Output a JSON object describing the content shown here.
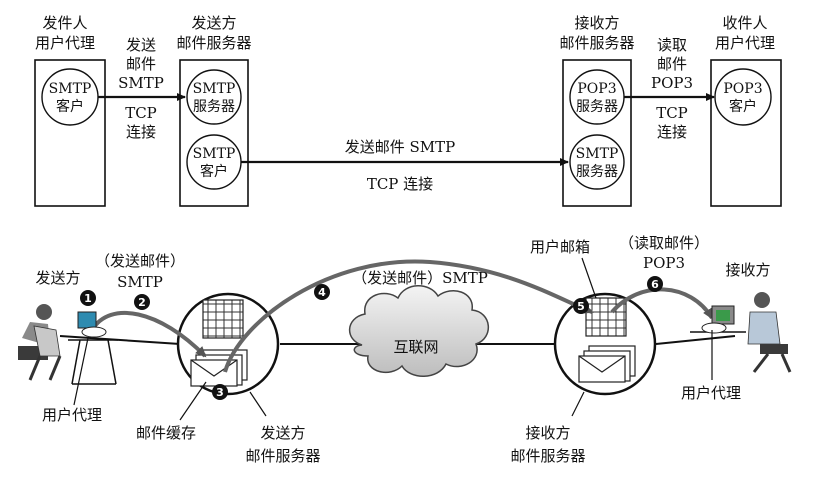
{
  "top": {
    "sender_ua_title_1": "发件人",
    "sender_ua_title_2": "用户代理",
    "sender_server_title_1": "发送方",
    "sender_server_title_2": "邮件服务器",
    "receiver_server_title_1": "接收方",
    "receiver_server_title_2": "邮件服务器",
    "receiver_ua_title_1": "收件人",
    "receiver_ua_title_2": "用户代理",
    "smtp_client_1": "SMTP",
    "smtp_client_2": "客户",
    "smtp_server_1": "SMTP",
    "smtp_server_2": "服务器",
    "smtp_client_b_1": "SMTP",
    "smtp_client_b_2": "客户",
    "pop3_server_1": "POP3",
    "pop3_server_2": "服务器",
    "smtp_server_b_1": "SMTP",
    "smtp_server_b_2": "服务器",
    "pop3_client_1": "POP3",
    "pop3_client_2": "客户",
    "send_label_1": "发送",
    "send_label_2": "邮件",
    "send_label_3": "SMTP",
    "send_tcp_1": "TCP",
    "send_tcp_2": "连接",
    "read_label_1": "读取",
    "read_label_2": "邮件",
    "read_label_3": "POP3",
    "read_tcp_1": "TCP",
    "read_tcp_2": "连接",
    "relay_label": "发送邮件 SMTP",
    "relay_tcp": "TCP 连接"
  },
  "bottom": {
    "sender": "发送方",
    "receiver": "接收方",
    "send_paren": "（发送邮件）",
    "send_smtp": "SMTP",
    "relay": "（发送邮件）SMTP",
    "mailbox": "用户邮箱",
    "read_paren": "（读取邮件）",
    "read_pop3": "POP3",
    "internet": "互联网",
    "ua_left": "用户代理",
    "ua_right": "用户代理",
    "mail_cache": "邮件缓存",
    "sender_server_1": "发送方",
    "sender_server_2": "邮件服务器",
    "receiver_server_1": "接收方",
    "receiver_server_2": "邮件服务器",
    "step_1": "1",
    "step_2": "2",
    "step_3": "3",
    "step_4": "4",
    "step_5": "5",
    "step_6": "6"
  }
}
